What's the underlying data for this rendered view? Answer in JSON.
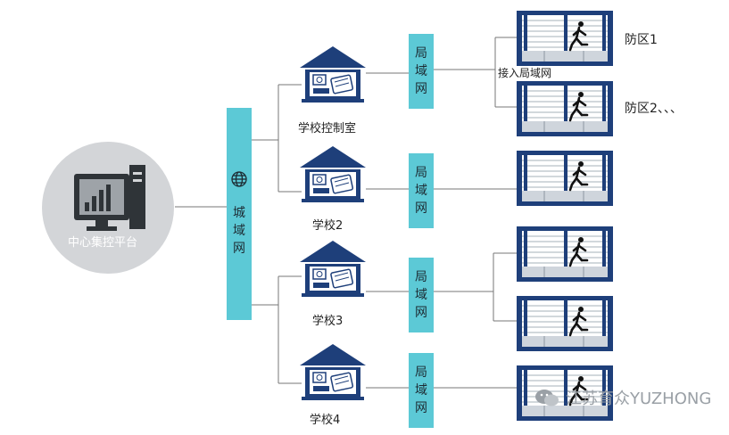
{
  "center": {
    "label": "中心集控平台"
  },
  "metro_network": {
    "chars": [
      "城",
      "域",
      "网"
    ]
  },
  "schools": [
    {
      "label": "学校控制室"
    },
    {
      "label": "学校2"
    },
    {
      "label": "学校3"
    },
    {
      "label": "学校4"
    }
  ],
  "lan_box": {
    "chars": [
      "局",
      "域",
      "网"
    ]
  },
  "annotations": {
    "lan_access": "接入局域网",
    "zone1": "防区1",
    "zone2": "防区2、、、"
  },
  "watermark": {
    "text": "江苏育众YUZHONG"
  },
  "icons": [
    "computer-icon",
    "globe-icon",
    "school-building-icon",
    "fence-zone-icon",
    "wechat-icon"
  ],
  "colors": {
    "navy": "#1e3f7a",
    "teal": "#5cc9d6",
    "gray_circle": "#d3d5d8",
    "line": "#6b6b6b"
  }
}
